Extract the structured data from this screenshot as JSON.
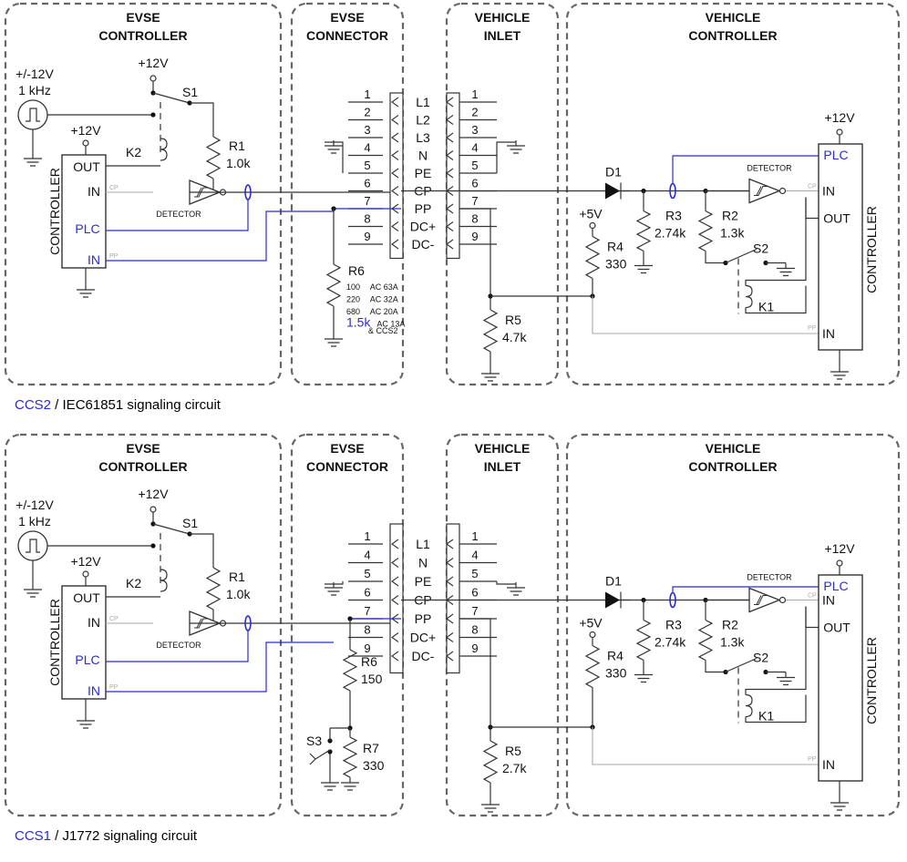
{
  "sections": [
    "ccs2",
    "ccs1"
  ],
  "colors": {
    "blue": "#2b2bd6",
    "wire": "#333333",
    "border": "#666666"
  },
  "boxes": {
    "evse_controller": [
      "EVSE",
      "CONTROLLER"
    ],
    "evse_connector": [
      "EVSE",
      "CONNECTOR"
    ],
    "vehicle_inlet": [
      "VEHICLE",
      "INLET"
    ],
    "vehicle_controller": [
      "VEHICLE",
      "CONTROLLER"
    ]
  },
  "ccs2": {
    "caption_blue": "CCS2",
    "caption_rest": " / IEC61851 signaling circuit",
    "pins": [
      {
        "num": "1",
        "name": "L1"
      },
      {
        "num": "2",
        "name": "L2"
      },
      {
        "num": "3",
        "name": "L3"
      },
      {
        "num": "4",
        "name": "N"
      },
      {
        "num": "5",
        "name": "PE"
      },
      {
        "num": "6",
        "name": "CP"
      },
      {
        "num": "7",
        "name": "PP"
      },
      {
        "num": "8",
        "name": "DC+"
      },
      {
        "num": "9",
        "name": "DC-"
      }
    ],
    "r6": {
      "name": "R6",
      "values": [
        {
          "v": "100",
          "note": "AC 63A",
          "blue": false
        },
        {
          "v": "220",
          "note": "AC 32A",
          "blue": false
        },
        {
          "v": "680",
          "note": "AC 20A",
          "blue": false
        },
        {
          "v": "1.5k",
          "note": "AC 13A",
          "blue": true
        }
      ],
      "note_extra": "& CCS2"
    },
    "r5": {
      "name": "R5",
      "value": "4.7k"
    }
  },
  "ccs1": {
    "caption_blue": "CCS1",
    "caption_rest": " / J1772 signaling circuit",
    "pins": [
      {
        "num": "1",
        "name": "L1"
      },
      {
        "num": "4",
        "name": "N"
      },
      {
        "num": "5",
        "name": "PE"
      },
      {
        "num": "6",
        "name": "CP"
      },
      {
        "num": "7",
        "name": "PP"
      },
      {
        "num": "8",
        "name": "DC+"
      },
      {
        "num": "9",
        "name": "DC-"
      }
    ],
    "r6": {
      "name": "R6",
      "value": "150"
    },
    "r7": {
      "name": "R7",
      "value": "330"
    },
    "s3": "S3",
    "r5": {
      "name": "R5",
      "value": "2.7k"
    }
  },
  "common": {
    "osc": [
      "+/-12V",
      "1 kHz"
    ],
    "v12": "+12V",
    "v5": "+5V",
    "s1": "S1",
    "s2": "S2",
    "k1": "K1",
    "k2": "K2",
    "r1": {
      "name": "R1",
      "value": "1.0k"
    },
    "r2": {
      "name": "R2",
      "value": "1.3k"
    },
    "r3": {
      "name": "R3",
      "value": "2.74k"
    },
    "r4": {
      "name": "R4",
      "value": "330"
    },
    "d1": "D1",
    "detector": "DETECTOR",
    "controller": "CONTROLLER",
    "evse_ports": {
      "out": "OUT",
      "in1": "IN",
      "plc": "PLC",
      "in2": "IN"
    },
    "veh_ports": {
      "plc": "PLC",
      "in1": "IN",
      "out": "OUT",
      "in2": "IN"
    },
    "tiny_cp": "CP",
    "tiny_pp": "PP"
  }
}
